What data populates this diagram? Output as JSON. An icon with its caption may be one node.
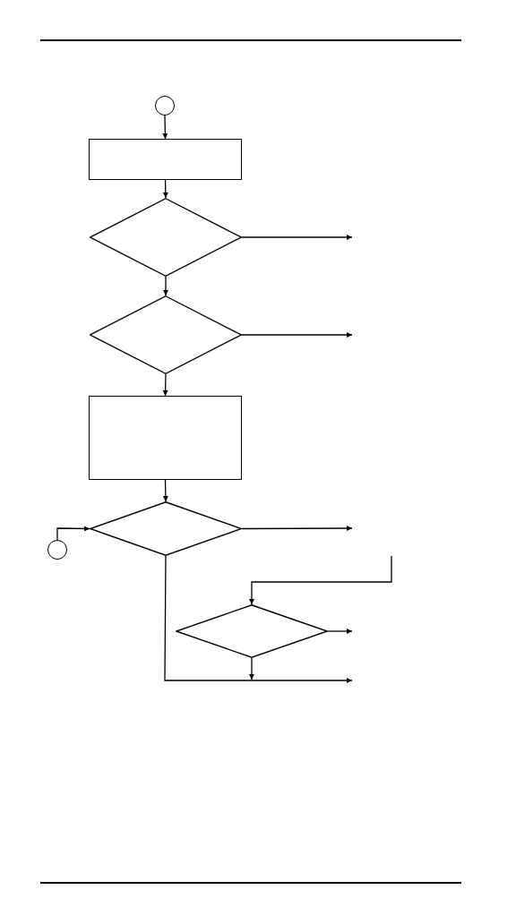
{
  "diagram": {
    "nodes": [
      {
        "text": [],
        "shape": "circle"
      },
      {
        "text": [],
        "shape": "box"
      },
      {
        "text": [],
        "shape": "diamond"
      },
      {
        "text": [],
        "shape": "diamond"
      },
      {
        "text": [],
        "shape": "box"
      },
      {
        "text": [],
        "shape": "circle"
      },
      {
        "text": [],
        "shape": "diamond"
      },
      {
        "text": [],
        "shape": "diamond"
      }
    ],
    "edges": [
      {
        "from": 0,
        "to": 1,
        "arrow": "to"
      },
      {
        "from": 1,
        "to": 2,
        "arrow": "to"
      },
      {
        "from": 2,
        "to": null,
        "arrow": "to"
      },
      {
        "from": 2,
        "to": 3,
        "arrow": "to"
      },
      {
        "from": 3,
        "to": null,
        "arrow": "to"
      },
      {
        "from": 3,
        "to": 4,
        "arrow": "to"
      },
      {
        "from": 4,
        "to": 6,
        "arrow": "to"
      },
      {
        "from": 5,
        "to": 6,
        "arrow": "to"
      },
      {
        "from": 6,
        "to": null,
        "arrow": "to"
      },
      {
        "from": null,
        "to": 7,
        "arrow": "to"
      },
      {
        "from": 7,
        "to": null,
        "arrow": "to"
      },
      {
        "from": 7,
        "to": null,
        "arrow": "to"
      },
      {
        "from": 6,
        "to": null,
        "arrow": "to"
      }
    ]
  }
}
